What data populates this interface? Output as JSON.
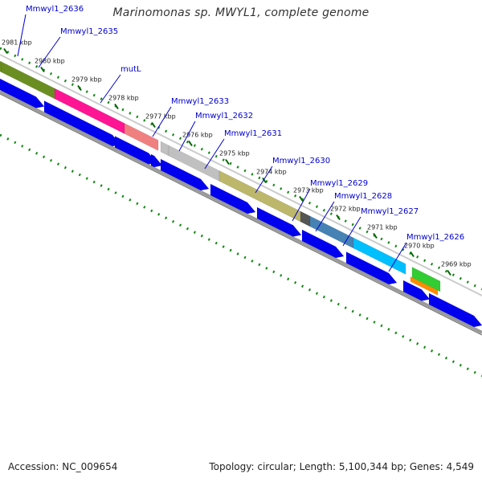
{
  "title": "Marinomonas sp. MWYL1, complete genome",
  "footer": {
    "accession": "Accession: NC_009654",
    "topology": "Topology: circular; Length: 5,100,344 bp; Genes: 4,549"
  },
  "ticks": [
    {
      "label": "2981 kbp",
      "pos": 0
    },
    {
      "label": "2980 kbp",
      "pos": 1
    },
    {
      "label": "2979 kbp",
      "pos": 2
    },
    {
      "label": "2978 kbp",
      "pos": 3
    },
    {
      "label": "2977 kbp",
      "pos": 4
    },
    {
      "label": "2976 kbp",
      "pos": 5
    },
    {
      "label": "2975 kbp",
      "pos": 6
    },
    {
      "label": "2974 kbp",
      "pos": 7
    },
    {
      "label": "2973 kbp",
      "pos": 8
    },
    {
      "label": "2972 kbp",
      "pos": 9
    },
    {
      "label": "2971 kbp",
      "pos": 10
    },
    {
      "label": "2970 kbp",
      "pos": 11
    },
    {
      "label": "2969 kbp",
      "pos": 12
    }
  ],
  "genes": [
    {
      "name": "Mmwyl1_2636",
      "color": "#6b8e23"
    },
    {
      "name": "Mmwyl1_2635",
      "color": "#6b8e23"
    },
    {
      "name": "mutL",
      "color": "#ff1493"
    },
    {
      "name": "Mmwyl1_2633",
      "color": "#f08080"
    },
    {
      "name": "Mmwyl1_2632",
      "color": "#c0c0c0"
    },
    {
      "name": "Mmwyl1_2631",
      "color": "#c0c0c0"
    },
    {
      "name": "Mmwyl1_2630",
      "color": "#bdb76b"
    },
    {
      "name": "Mmwyl1_2629",
      "color": "#555555"
    },
    {
      "name": "Mmwyl1_2628",
      "color": "#4682b4"
    },
    {
      "name": "Mmwyl1_2627",
      "color": "#00bfff"
    },
    {
      "name": "Mmwyl1_2626",
      "color": "#32cd32"
    }
  ],
  "colors": {
    "cds": "#0000ee",
    "backbone": "#808080",
    "dots": "#118811",
    "ticks": "#006400",
    "label": "#0000cc",
    "orange_feature": "#ff8c00"
  }
}
